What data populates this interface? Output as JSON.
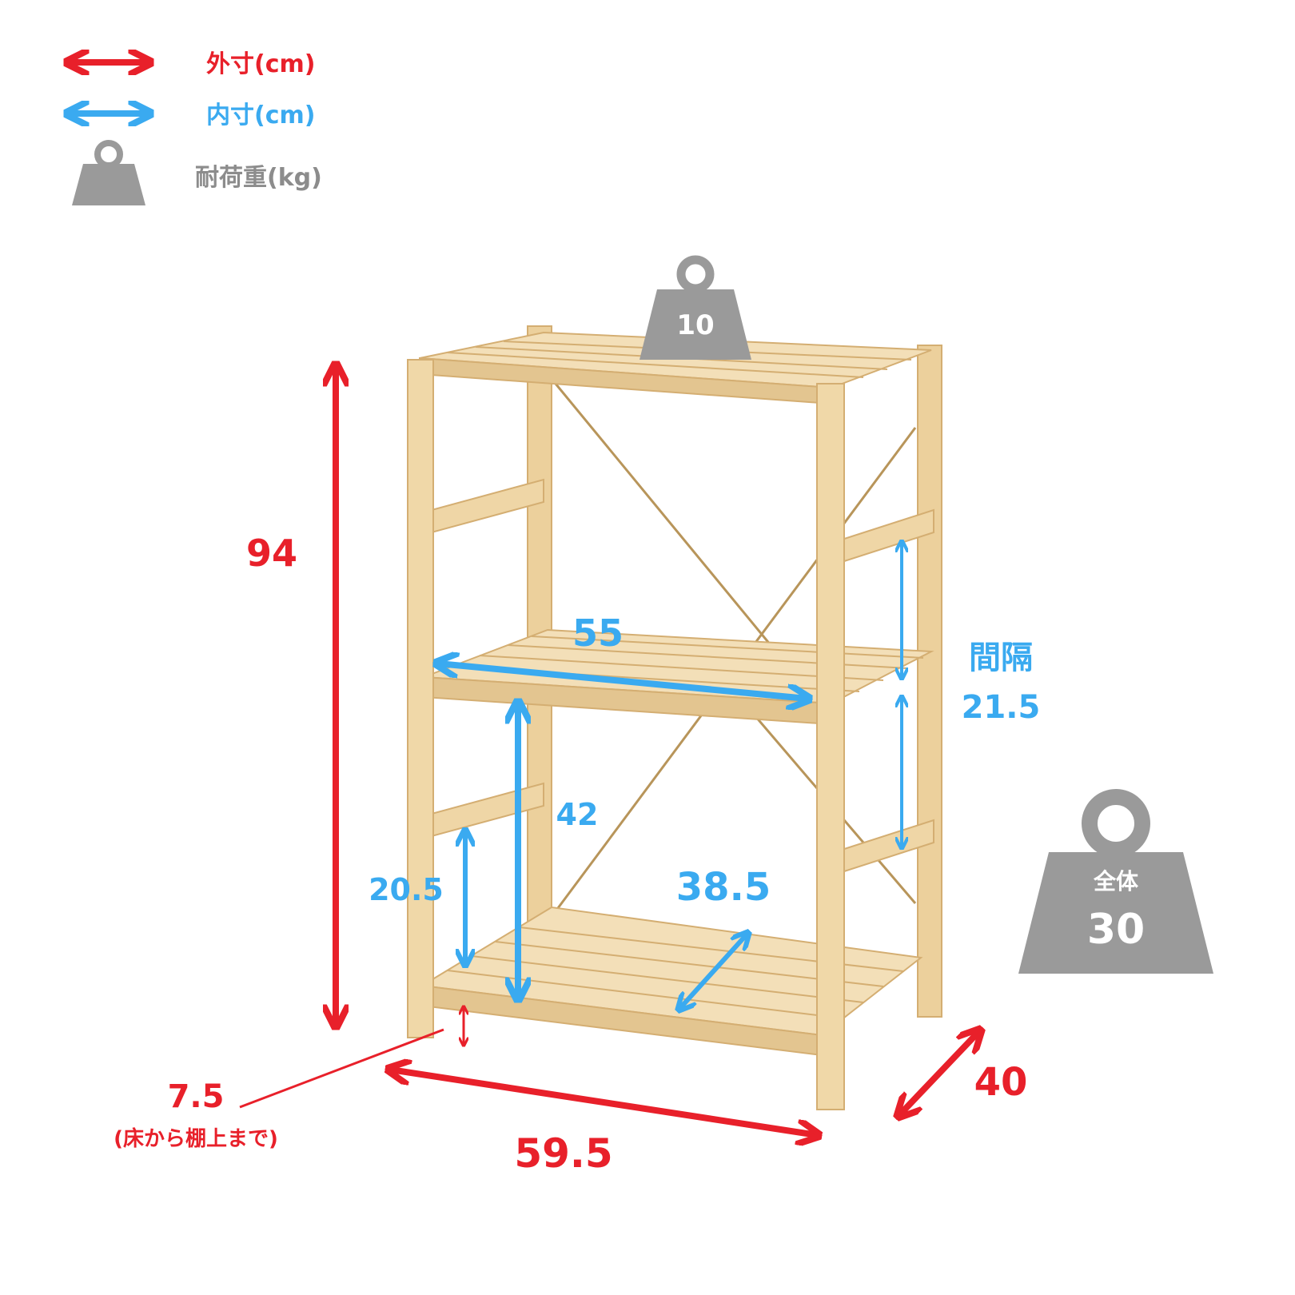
{
  "legend": {
    "outer_label": "外寸(cm)",
    "inner_label": "内寸(cm)",
    "load_label": "耐荷重(kg)"
  },
  "dimensions": {
    "height": "94",
    "width": "59.5",
    "depth": "40",
    "floor_clearance": "7.5",
    "floor_clearance_note": "(床から棚上まで)",
    "inner_width": "55",
    "inner_depth": "38.5",
    "inner_height_bottom": "42",
    "side_bar_height": "20.5",
    "gap_label": "間隔",
    "gap_value": "21.5"
  },
  "loads": {
    "shelf_load": "10",
    "total_caption": "全体",
    "total_load": "30"
  },
  "colors": {
    "outer": "#e8202a",
    "inner": "#3aaaf0",
    "load": "#9a9a9a",
    "wood": "#efd6a6",
    "wood_edge": "#d9b57b"
  }
}
